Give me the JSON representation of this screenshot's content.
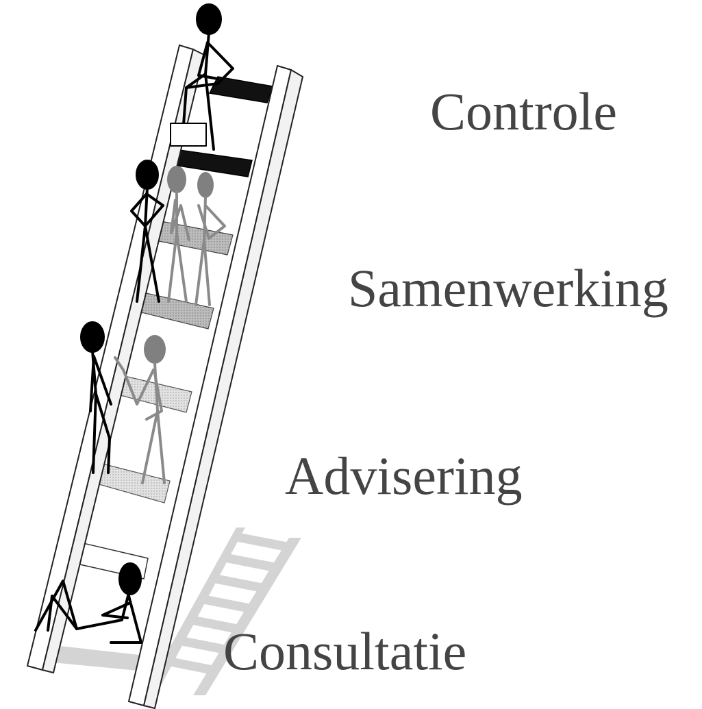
{
  "levels": [
    {
      "label": "Controle"
    },
    {
      "label": "Samenwerking"
    },
    {
      "label": "Advisering"
    },
    {
      "label": "Consultatie"
    }
  ],
  "colors": {
    "text": "#444444",
    "figure_dark": "#000000",
    "figure_light": "#808080",
    "shadow": "#d0d0d0",
    "rung_top": "#111111",
    "rung_mid": "#a9a9a9",
    "rung_low": "#d8d8d8"
  }
}
